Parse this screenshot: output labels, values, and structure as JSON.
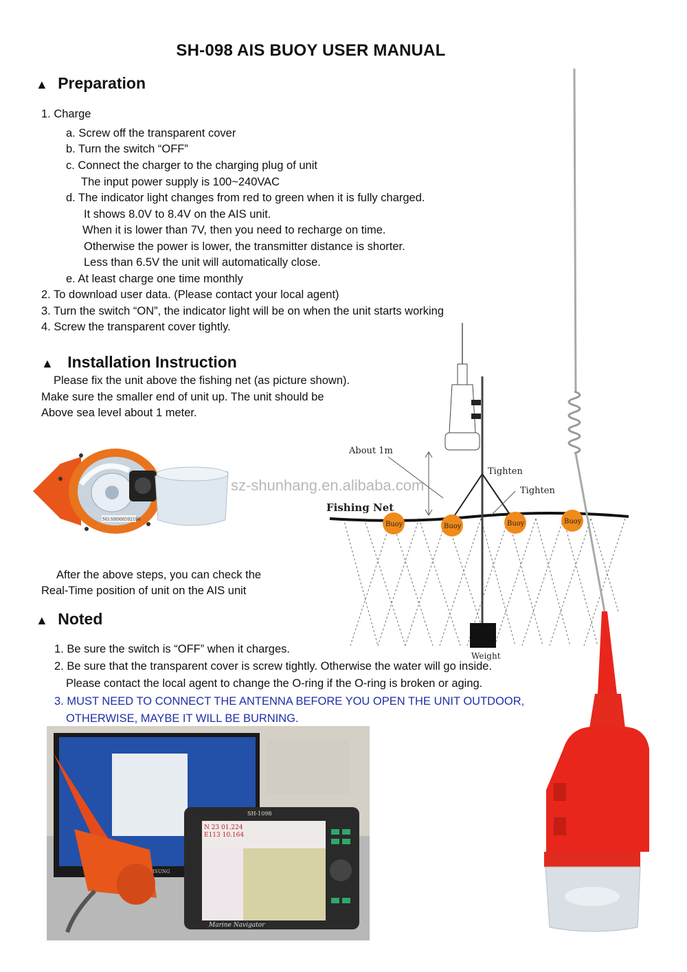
{
  "title": "SH-098  AIS BUOY USER MANUAL",
  "preparation": {
    "heading": "Preparation",
    "lines": [
      "1. Charge",
      "a. Screw off the transparent cover",
      "b. Turn the switch “OFF”",
      "c. Connect the charger to the charging plug of unit",
      "The input power supply is 100~240VAC",
      "d. The indicator light changes from red to green when it is fully charged.",
      "It shows 8.0V to 8.4V on the AIS unit.",
      "When it is lower than 7V, then you need to recharge on time.",
      "Otherwise the power is lower, the transmitter distance is shorter.",
      "Less than 6.5V the unit will automatically close.",
      "e. At least charge one time monthly",
      "2. To download user data. (Please contact your local agent)",
      "3. Turn the switch “ON”, the indicator light will be on when the unit starts working",
      "4. Screw the transparent cover tightly."
    ]
  },
  "installation": {
    "heading": "Installation Instruction",
    "lines": [
      "Please fix the unit above the fishing net (as picture shown).",
      "Make sure the smaller end of unit up. The unit should be",
      "Above sea level about 1 meter."
    ],
    "after_lines": [
      "After the above steps, you can check the",
      "Real-Time position of unit on the AIS unit"
    ]
  },
  "diagram": {
    "about": "About 1m",
    "tighten1": "Tighten",
    "tighten2": "Tighten",
    "fishing_net": "Fishing Net",
    "buoy": "Buoy",
    "weight": "Weight"
  },
  "noted": {
    "heading": "Noted",
    "lines": [
      "1. Be sure the switch is “OFF” when it charges.",
      "2. Be sure that the transparent cover is screw tightly. Otherwise the water will go inside.",
      "Please contact the local agent to change the O-ring if the O-ring is broken or aging.",
      "3. MUST NEED TO CONNECT THE ANTENNA BEFORE YOU OPEN THE UNIT OUTDOOR,",
      "OTHERWISE, MAYBE IT WILL BE BURNING."
    ]
  },
  "watermark": "sz-shunhang.en.alibaba.com",
  "unit_photo": {
    "label": "NO.SH000592194"
  },
  "navigator": {
    "model": "SH-1098",
    "footer": "Marine Navigator",
    "lat": "N 23 01.224",
    "lon": "E113 10.164",
    "monitor_brand": "SAMSUNG"
  },
  "colors": {
    "accent_blue": "#1f2fa8",
    "buoy_red": "#e8261c",
    "buoy_orange": "#f08a1a"
  }
}
